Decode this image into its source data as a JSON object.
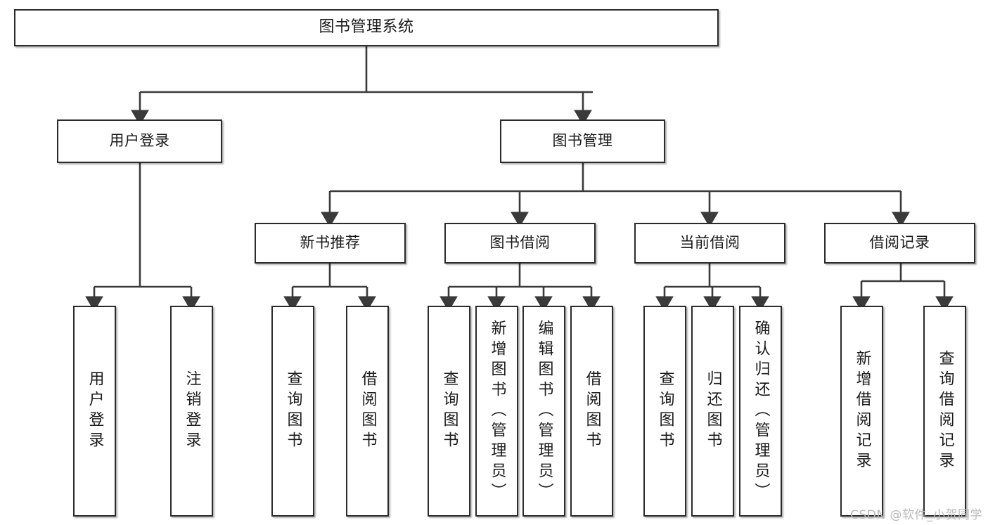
{
  "diagram": {
    "type": "tree-hierarchy",
    "title": "图书管理系统",
    "watermark": "CSDN @软件_小贺同学",
    "colors": {
      "box_border": "#2b2b2b",
      "box_fill": "#ffffff",
      "connector": "#3a3a3a",
      "text": "#1a1a1a",
      "watermark": "#b9b9b9"
    },
    "nodes": {
      "root": {
        "label": "图书管理系统",
        "level": 1
      },
      "l2": [
        {
          "id": "user-login",
          "label": "用户登录",
          "level": 2
        },
        {
          "id": "book-management",
          "label": "图书管理",
          "level": 2
        }
      ],
      "l3": [
        {
          "id": "new-book-recommend",
          "label": "新书推荐",
          "level": 3,
          "parent": "book-management"
        },
        {
          "id": "book-borrow",
          "label": "图书借阅",
          "level": 3,
          "parent": "book-management"
        },
        {
          "id": "current-borrow",
          "label": "当前借阅",
          "level": 3,
          "parent": "book-management"
        },
        {
          "id": "borrow-record",
          "label": "借阅记录",
          "level": 3,
          "parent": "book-management"
        }
      ],
      "leaves": [
        {
          "id": "leaf-user-login",
          "label": "用户登录",
          "parent": "user-login"
        },
        {
          "id": "leaf-logout",
          "label": "注销登录",
          "parent": "user-login"
        },
        {
          "id": "leaf-query-book-1",
          "label": "查询图书",
          "parent": "new-book-recommend"
        },
        {
          "id": "leaf-borrow-book-1",
          "label": "借阅图书",
          "parent": "new-book-recommend"
        },
        {
          "id": "leaf-query-book-2",
          "label": "查询图书",
          "parent": "book-borrow"
        },
        {
          "id": "leaf-add-book",
          "label": "新增图书（管理员）",
          "parent": "book-borrow"
        },
        {
          "id": "leaf-edit-book",
          "label": "编辑图书（管理员）",
          "parent": "book-borrow"
        },
        {
          "id": "leaf-borrow-book-2",
          "label": "借阅图书",
          "parent": "book-borrow"
        },
        {
          "id": "leaf-query-book-3",
          "label": "查询图书",
          "parent": "current-borrow"
        },
        {
          "id": "leaf-return-book",
          "label": "归还图书",
          "parent": "current-borrow"
        },
        {
          "id": "leaf-confirm-return",
          "label": "确认归还（管理员）",
          "parent": "current-borrow"
        },
        {
          "id": "leaf-add-record",
          "label": "新增借阅记录",
          "parent": "borrow-record"
        },
        {
          "id": "leaf-query-record",
          "label": "查询借阅记录",
          "parent": "borrow-record"
        }
      ]
    }
  }
}
